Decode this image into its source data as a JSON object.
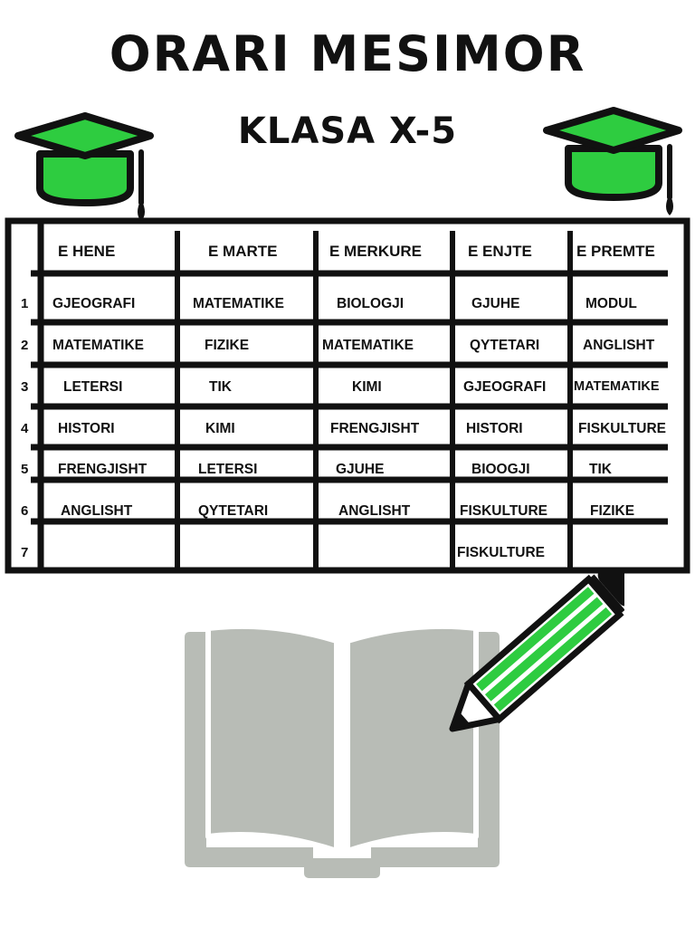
{
  "title": "ORARI MESIMOR",
  "subtitle": "KLASA X-5",
  "colors": {
    "accent": "#2ecc40",
    "ink": "#111111",
    "book": "#b8bcb6"
  },
  "icons": [
    "graduation-cap-icon",
    "graduation-cap-icon",
    "open-book-icon",
    "pencil-icon"
  ],
  "days": [
    "E HENE",
    "E MARTE",
    "E MERKURE",
    "E ENJTE",
    "E PREMTE"
  ],
  "periods": [
    "1",
    "2",
    "3",
    "4",
    "5",
    "6",
    "7"
  ],
  "schedule": [
    [
      "GJEOGRAFI",
      "MATEMATIKE",
      "BIOLOGJI",
      "GJUHE",
      "MODUL"
    ],
    [
      "MATEMATIKE",
      "FIZIKE",
      "MATEMATIKE",
      "QYTETARI",
      "ANGLISHT"
    ],
    [
      "LETERSI",
      "TIK",
      "KIMI",
      "GJEOGRAFI",
      "MATEMATIKE"
    ],
    [
      "HISTORI",
      "KIMI",
      "FRENGJISHT",
      "HISTORI",
      "FISKULTURE"
    ],
    [
      "FRENGJISHT",
      "LETERSI",
      "GJUHE",
      "BIOOGJI",
      "TIK"
    ],
    [
      "ANGLISHT",
      "QYTETARI",
      "ANGLISHT",
      "FISKULTURE",
      "FIZIKE"
    ],
    [
      "",
      "",
      "",
      "FISKULTURE",
      ""
    ]
  ]
}
